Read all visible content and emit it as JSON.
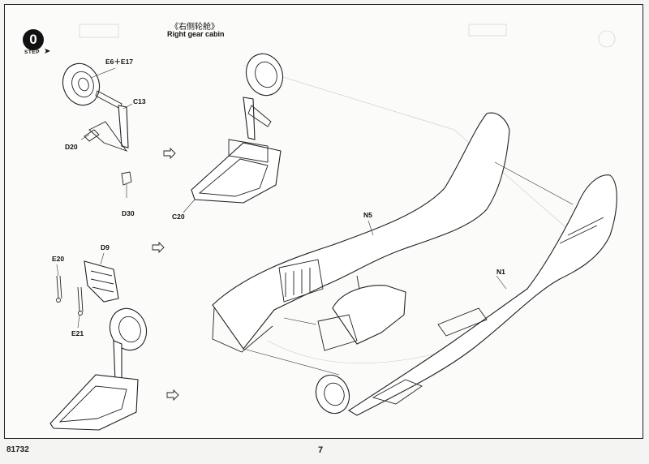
{
  "step": {
    "number": "0",
    "word": "STEP"
  },
  "heading": {
    "cn": "《右侧轮舱》",
    "en": "Right gear cabin"
  },
  "labels": {
    "e6_e17": "E6＋E17",
    "c13": "C13",
    "d20": "D20",
    "d30": "D30",
    "c20": "C20",
    "n5": "N5",
    "n1": "N1",
    "e20": "E20",
    "d9": "D9",
    "e21": "E21"
  },
  "footer": {
    "code": "81732",
    "page": "7"
  }
}
